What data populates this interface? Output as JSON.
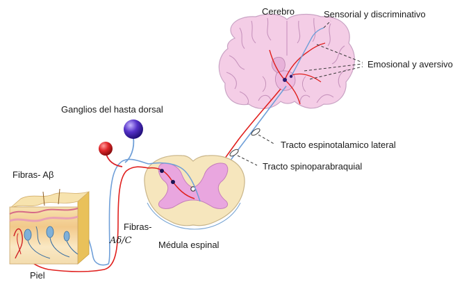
{
  "labels": {
    "cerebro": "Cerebro",
    "sensorial": "Sensorial y discriminativo",
    "emocional": "Emosional y aversivo",
    "ganglios": "Ganglios del hasta dorsal",
    "tracto_lateral": "Tracto espinotalamico lateral",
    "tracto_parabraquial": "Tracto spinoparabraquial",
    "fibras_ab": "Fibras-  Aβ",
    "fibras_adc_line1": "Fibras-",
    "fibras_adc_line2": "Aδ/C",
    "medula": "Médula espinal",
    "piel": "Piel"
  },
  "colors": {
    "red_fiber": "#e0201e",
    "blue_fiber": "#6f9fd8",
    "brain_tissue": "#f4cde6",
    "brain_outline": "#c9a3c4",
    "spinal_white": "#f6e6bd",
    "spinal_gray": "#e9a6df",
    "ganglion_red": "#d81f26",
    "ganglion_purple": "#4b2bb0"
  }
}
